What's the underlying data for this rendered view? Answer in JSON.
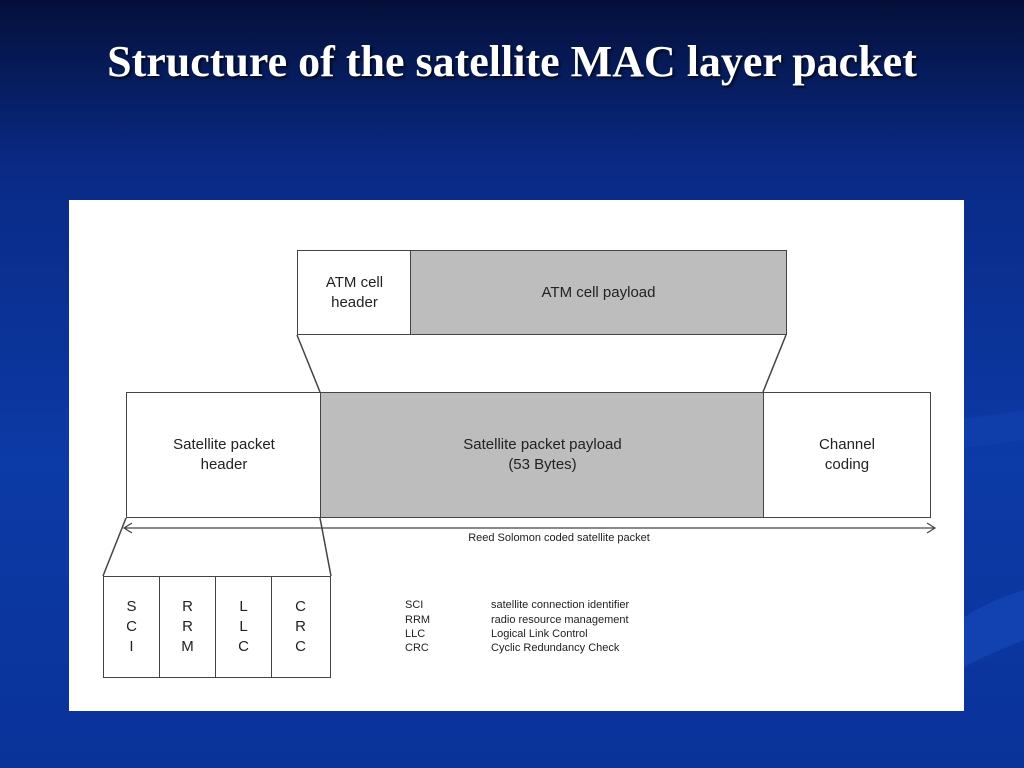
{
  "slide": {
    "title": "Structure of the satellite MAC layer packet"
  },
  "diagram": {
    "atm_cell_header": "ATM cell\nheader",
    "atm_cell_payload": "ATM cell payload",
    "satellite_packet_header": "Satellite packet\nheader",
    "satellite_packet_payload": "Satellite packet payload\n(53 Bytes)",
    "channel_coding": "Channel\ncoding",
    "span_label": "Reed Solomon coded satellite packet",
    "fields": [
      {
        "text": "S\nC\nI"
      },
      {
        "text": "R\nR\nM"
      },
      {
        "text": "L\nL\nC"
      },
      {
        "text": "C\nR\nC"
      }
    ],
    "legend": [
      {
        "abbr": "SCI",
        "definition": "satellite connection identifier"
      },
      {
        "abbr": "RRM",
        "definition": "radio resource management"
      },
      {
        "abbr": "LLC",
        "definition": "Logical Link Control"
      },
      {
        "abbr": "CRC",
        "definition": "Cyclic Redundancy Check"
      }
    ]
  },
  "colors": {
    "payload_fill": "#bdbdbd",
    "outline": "#444444"
  }
}
